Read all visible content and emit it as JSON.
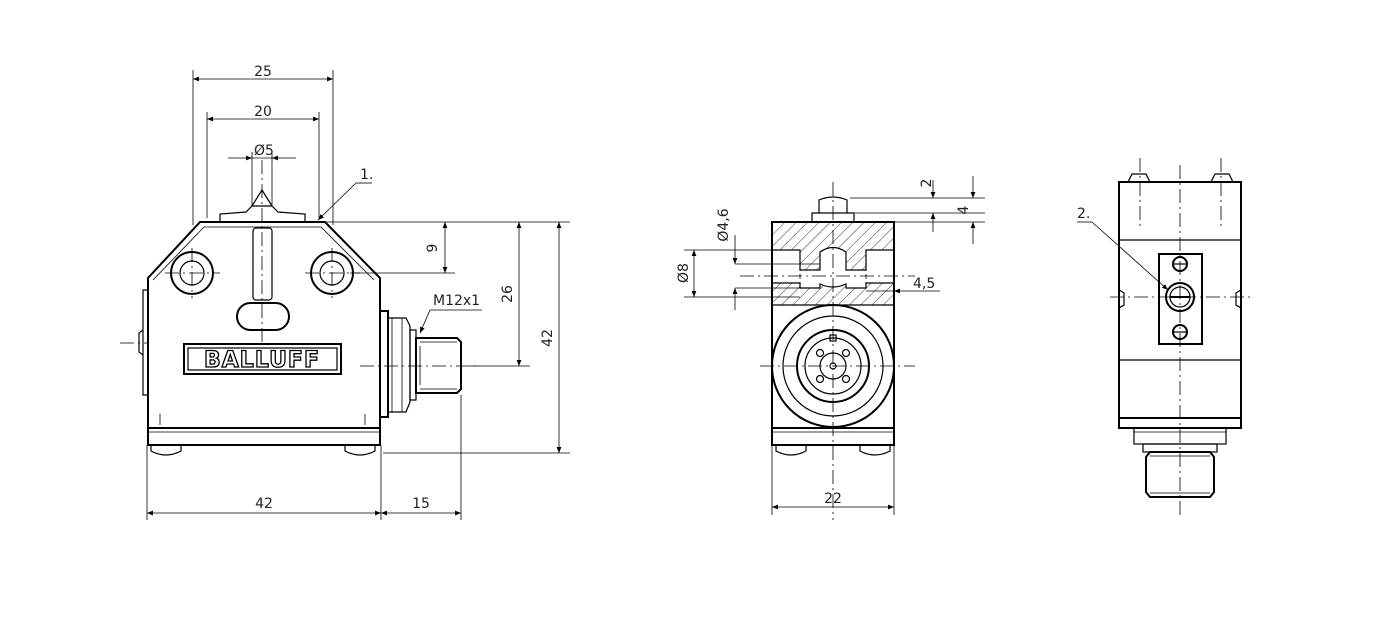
{
  "front_view": {
    "dimensions": {
      "width_25": "25",
      "width_20": "20",
      "diameter_5": "Ø5",
      "height_9": "9",
      "height_26": "26",
      "height_42": "42",
      "width_42": "42",
      "width_15": "15"
    },
    "callout_1": "1.",
    "connector_label": "M12x1",
    "brand": "BALLUFF"
  },
  "side_view": {
    "dimensions": {
      "diameter_4_6": "Ø4,6",
      "diameter_8": "Ø8",
      "height_2": "2",
      "height_4": "4",
      "depth_4_5": "4,5",
      "width_22": "22"
    }
  },
  "rear_view": {
    "callout_2": "2."
  }
}
